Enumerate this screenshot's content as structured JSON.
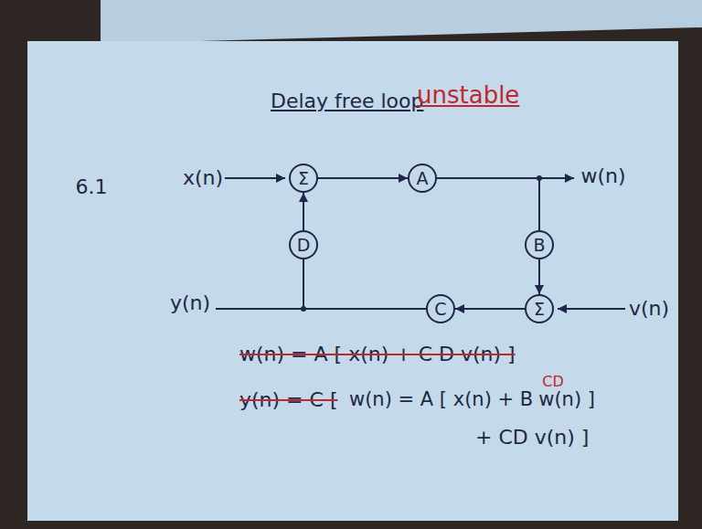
{
  "diagram": {
    "title": "Delay free loop",
    "nodes": [
      {
        "text": [
          "Σ"
        ]
      },
      {
        "text": [
          "A"
        ]
      },
      {
        "text": [
          "D"
        ]
      },
      {
        "text": [
          "B"
        ]
      },
      {
        "text": [
          "C"
        ]
      },
      {
        "text": [
          "Σ"
        ]
      }
    ],
    "edges": [
      {
        "from": 0,
        "to": 1,
        "arrow": "to"
      },
      {
        "from": 1,
        "to": 3,
        "arrow": "none"
      },
      {
        "from": 3,
        "to": 5,
        "arrow": "to"
      },
      {
        "from": 5,
        "to": 4,
        "arrow": "to"
      },
      {
        "from": 4,
        "to": 2,
        "arrow": "none"
      },
      {
        "from": 2,
        "to": 0,
        "arrow": "to"
      }
    ],
    "labels": [
      "unstable",
      "6.1",
      "x(n)",
      "w(n)",
      "y(n)",
      "v(n)",
      "w(n) = A [ x(n) + C D v(n) ]",
      "y(n) = C [",
      "w(n) = A [ x(n) + B",
      "CD",
      "w(n) ]",
      "+ CD v(n) ]"
    ]
  }
}
